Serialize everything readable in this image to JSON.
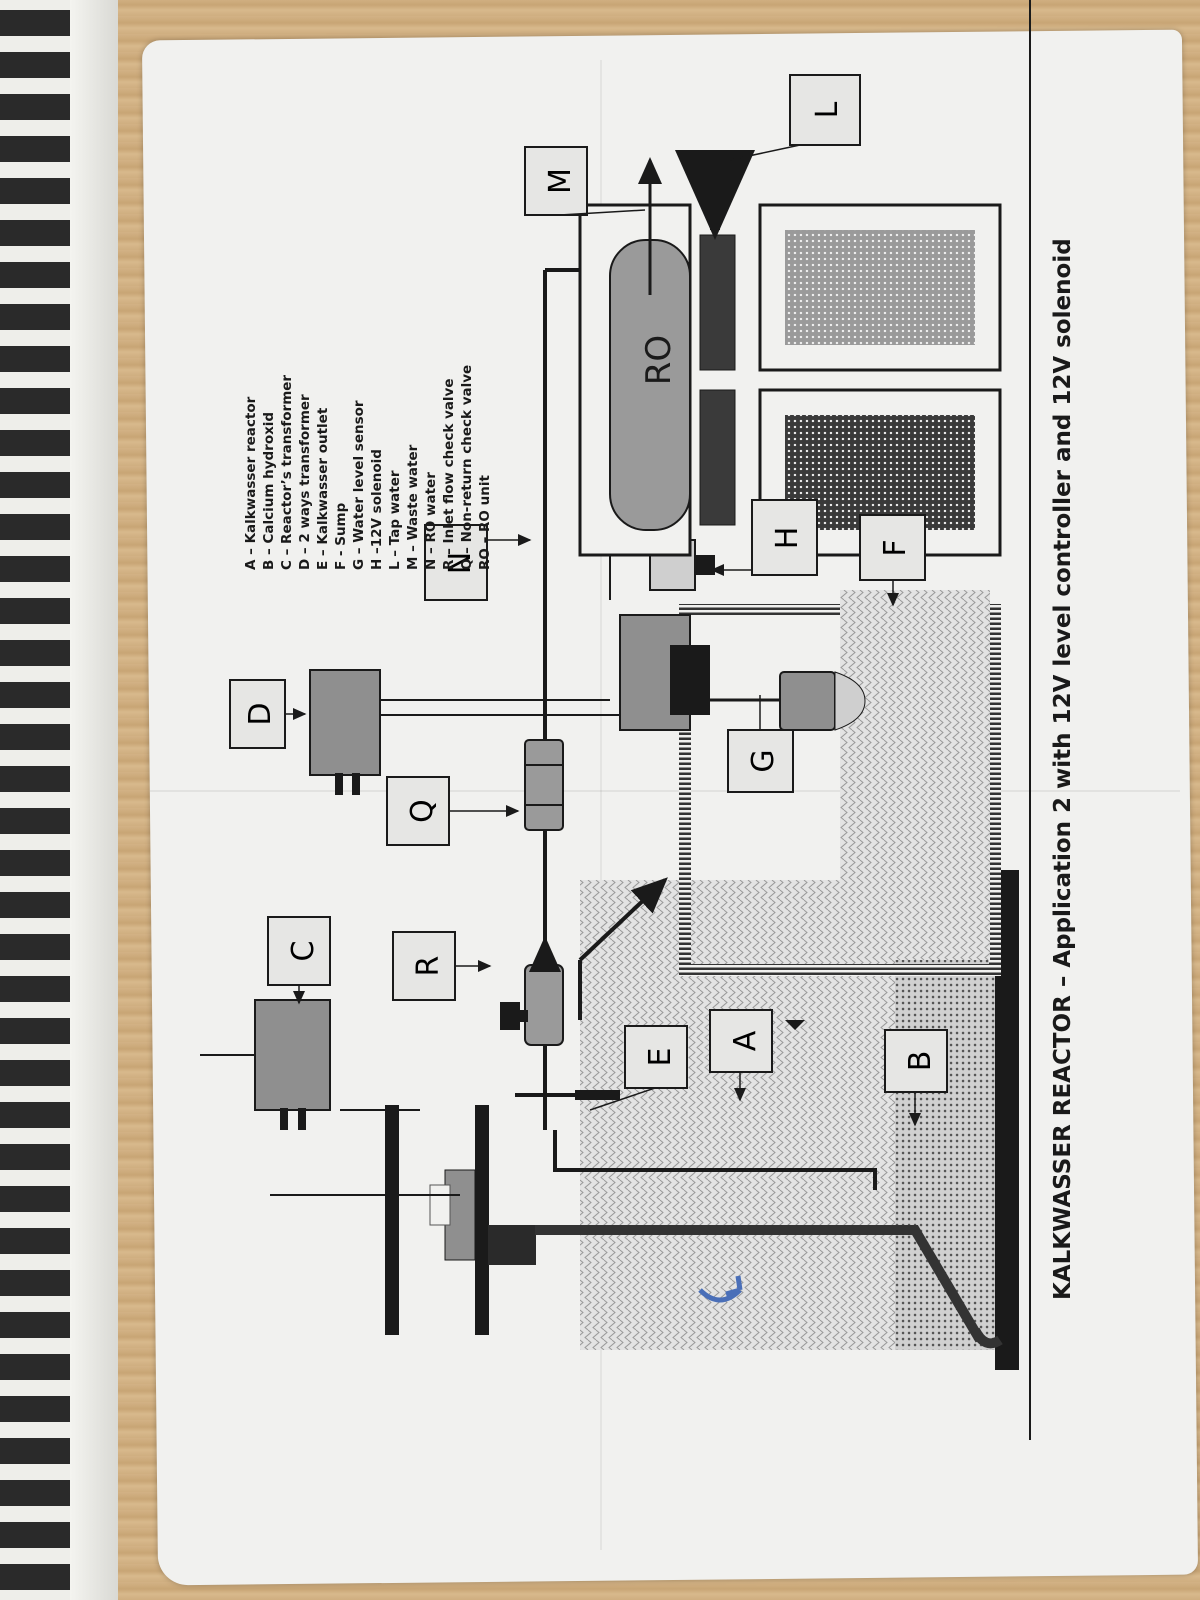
{
  "title": "KALKWASSER REACTOR – Application 2 with 12V level controller and 12V solenoid",
  "legend": [
    "A – Kalkwasser reactor",
    "B – Calcium hydroxid",
    "C – Reactor’s transformer",
    "D – 2 ways transformer",
    "E – Kalkwasser outlet",
    "F - Sump",
    "G – Water level sensor",
    "H –12V solenoid",
    "L – Tap water",
    "M – Waste water",
    "N – RO water",
    "R – Inlet flow check valve",
    "Q – Non-return check valve",
    "RO – RO unit"
  ],
  "labels": {
    "A": "A",
    "B": "B",
    "C": "C",
    "D": "D",
    "E": "E",
    "F": "F",
    "G": "G",
    "H": "H",
    "L": "L",
    "M": "M",
    "N": "N",
    "Q": "Q",
    "R": "R",
    "RO": "RO"
  },
  "colors": {
    "paper": "#f1f1ef",
    "ink": "#1a1a1a",
    "box_fill": "#e6e6e4",
    "component_gray": "#8f8f8f",
    "water": "#d8d8d8"
  }
}
